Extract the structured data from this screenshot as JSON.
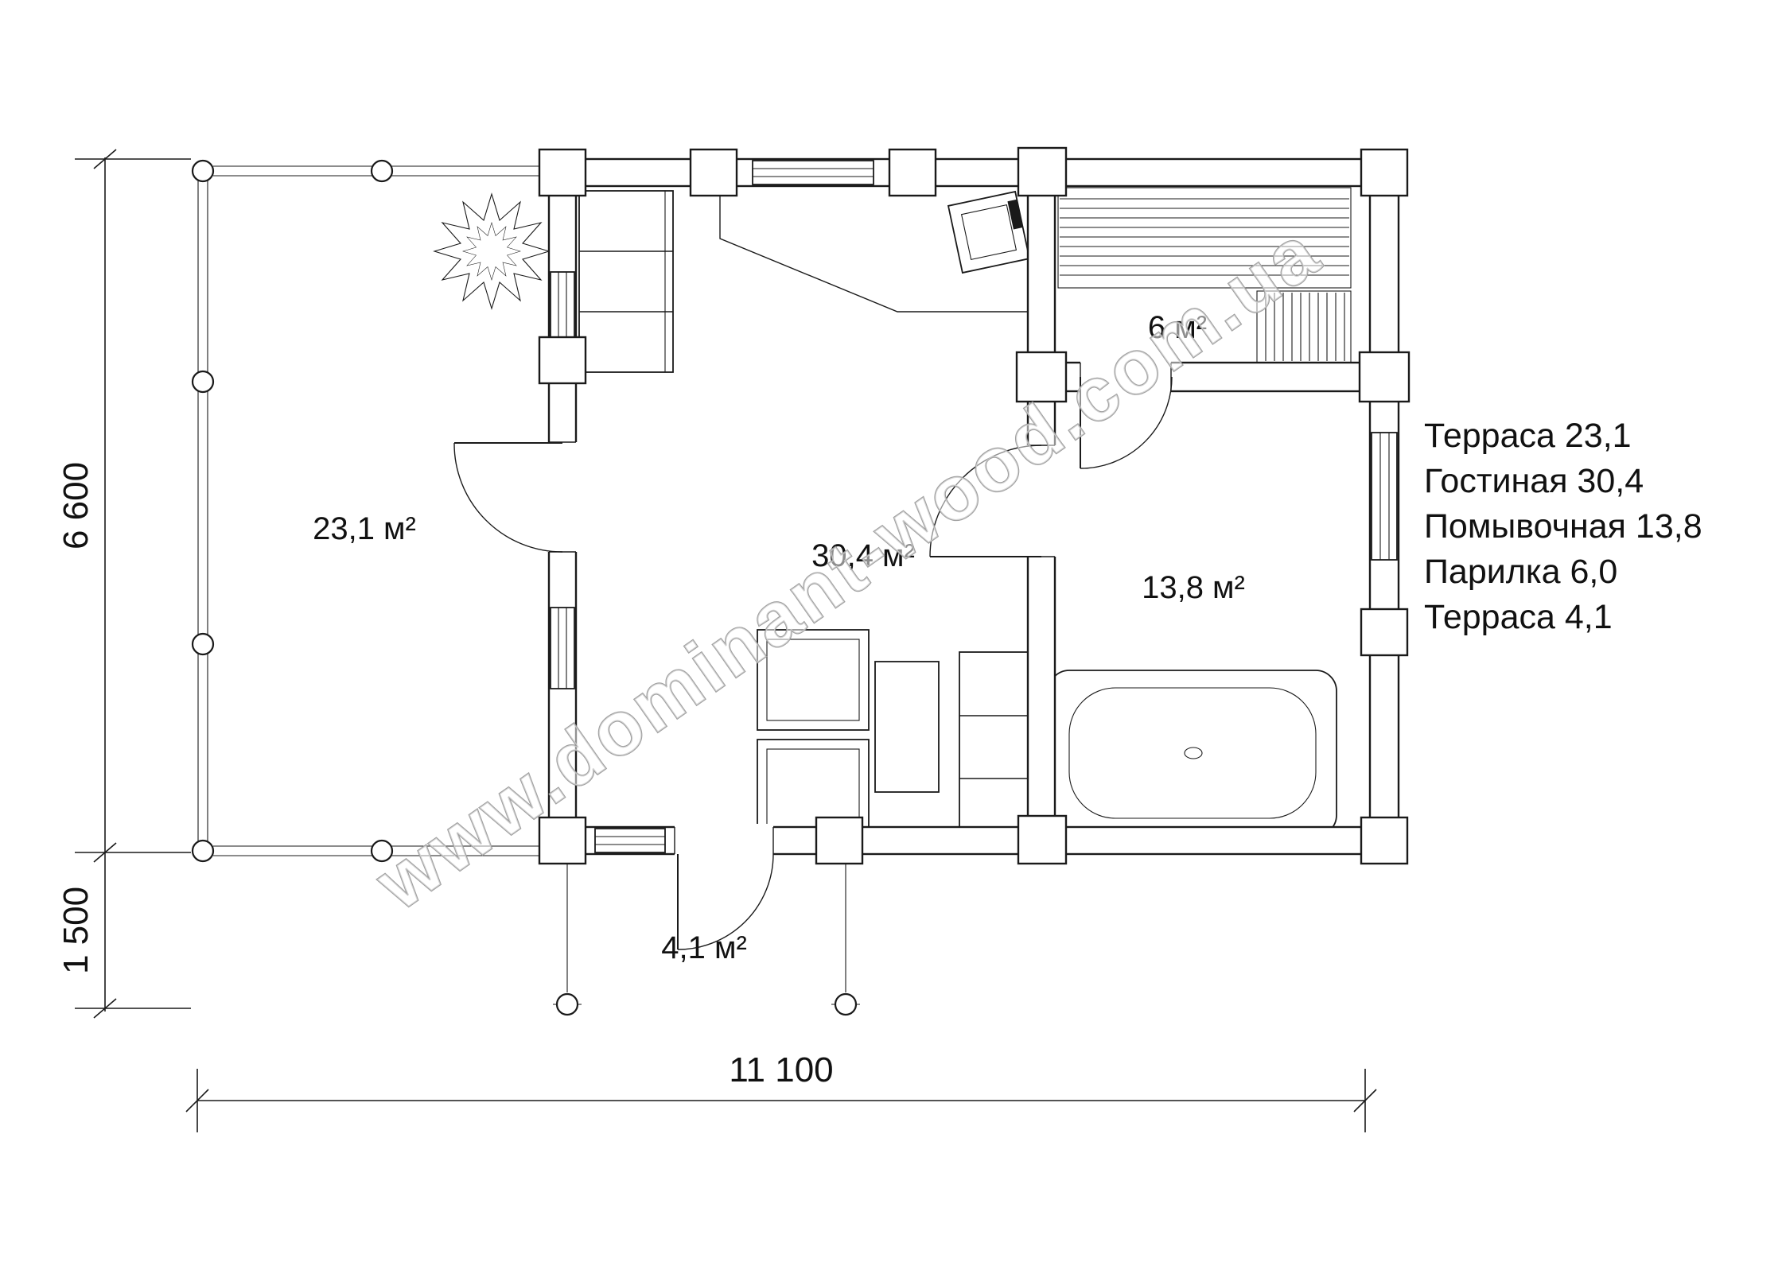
{
  "watermark": {
    "text": "www.dominant-wood.com.ua"
  },
  "legend": {
    "items": [
      {
        "label": "Терраса 23,1"
      },
      {
        "label": "Гостиная 30,4"
      },
      {
        "label": "Помывочная 13,8"
      },
      {
        "label": "Парилка 6,0"
      },
      {
        "label": "Терраса 4,1"
      }
    ]
  },
  "room_labels": {
    "terrace_main": "23,1 м²",
    "living_room": "30,4 м²",
    "washing_room": "13,8 м²",
    "steam_room": "6 м²",
    "terrace_small": "4,1 м²"
  },
  "dimensions": {
    "height_main": "6 600",
    "height_terrace": "1 500",
    "width_total": "11 100"
  },
  "colors": {
    "line": "#1a1a1a",
    "watermark_outline": "#9b9b9b",
    "background": "#ffffff"
  }
}
